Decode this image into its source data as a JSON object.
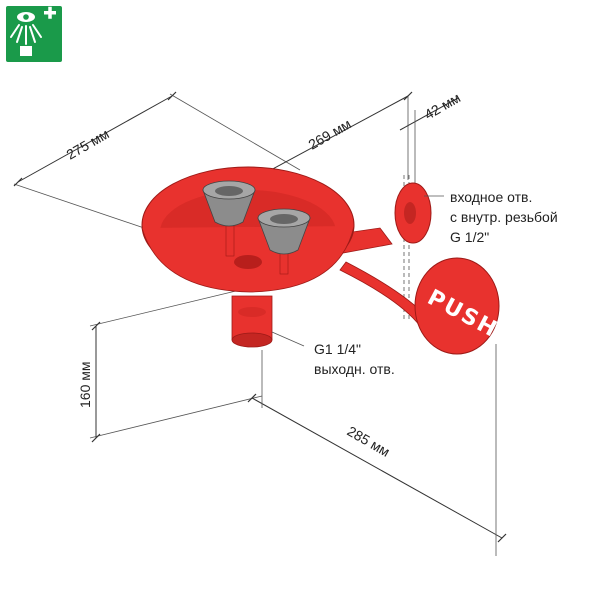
{
  "icon": {
    "name": "eyewash-safety-sign-icon",
    "background": "#1a9a4a",
    "foreground": "#ffffff"
  },
  "colors": {
    "body_red": "#e8322e",
    "body_dark": "#b81f1c",
    "nozzle_gray": "#8c8c8c",
    "line": "#333333"
  },
  "dimensions": {
    "width_275": "275 мм",
    "depth_269": "269 мм",
    "flange_42": "42 мм",
    "height_160": "160 мм",
    "length_285": "285 мм"
  },
  "notes": {
    "inlet_line1": "входное отв.",
    "inlet_line2": "с внутр. резьбой",
    "inlet_line3": "G 1/2\"",
    "outlet_line1": "G1 1/4\"",
    "outlet_line2": "выходн. отв."
  },
  "push_label": "PUSH"
}
